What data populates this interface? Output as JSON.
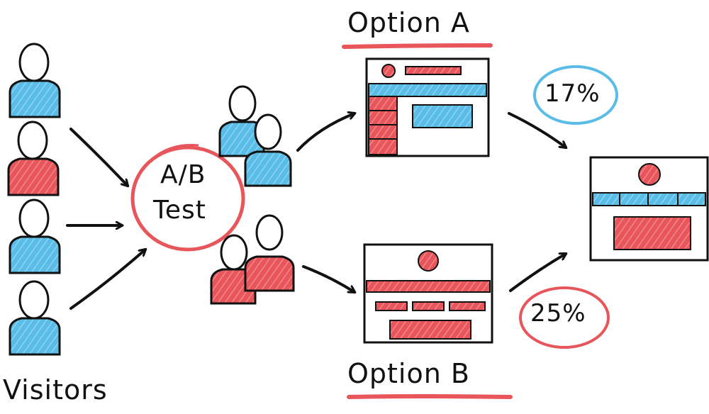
{
  "visitors_label": "Visitors",
  "ab_test": {
    "line1": "A/B",
    "line2": "Test"
  },
  "option_a": {
    "label": "Option A",
    "conversion": "17%"
  },
  "option_b": {
    "label": "Option B",
    "conversion": "25%"
  },
  "colors": {
    "blue": "#59bde8",
    "red": "#e8565b",
    "ink": "#111111"
  }
}
